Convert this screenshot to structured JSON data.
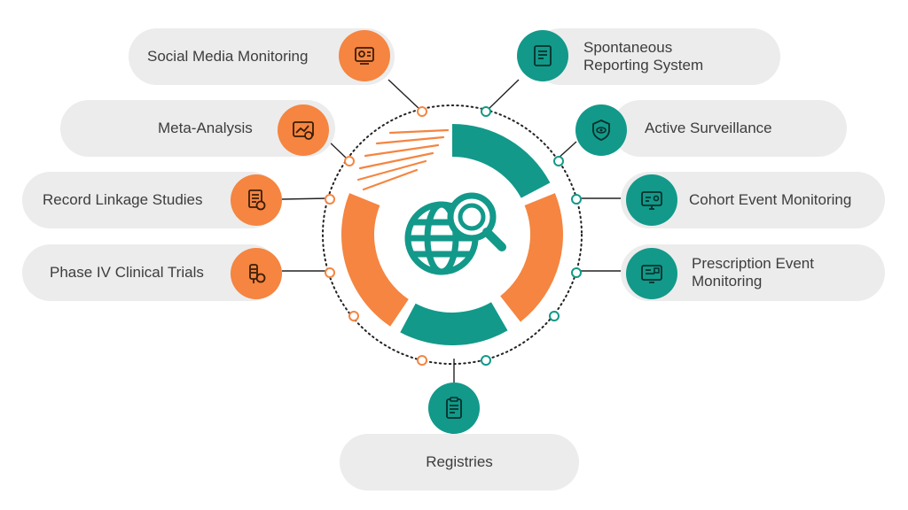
{
  "colors": {
    "orange": "#f58540",
    "teal": "#12998a",
    "pill": "#ececec",
    "text": "#3d3d3d"
  },
  "center": {
    "icon": "globe-search-icon"
  },
  "left_items": [
    {
      "id": "social-media-monitoring",
      "lines": [
        "Social Media Monitoring"
      ],
      "icon": "social-media-icon"
    },
    {
      "id": "meta-analysis",
      "lines": [
        "Meta-Analysis"
      ],
      "icon": "analysis-chart-icon"
    },
    {
      "id": "record-linkage-studies",
      "lines": [
        "Record Linkage Studies"
      ],
      "icon": "document-link-icon"
    },
    {
      "id": "phase-iv-clinical-trials",
      "lines": [
        "Phase IV Clinical Trials"
      ],
      "icon": "clinical-trial-icon"
    }
  ],
  "right_items": [
    {
      "id": "spontaneous-reporting-system",
      "lines": [
        "Spontaneous",
        "Reporting System"
      ],
      "icon": "report-icon"
    },
    {
      "id": "active-surveillance",
      "lines": [
        "Active Surveillance"
      ],
      "icon": "eye-shield-icon"
    },
    {
      "id": "cohort-event-monitoring",
      "lines": [
        "Cohort Event Monitoring"
      ],
      "icon": "monitor-icon"
    },
    {
      "id": "prescription-event-monitoring",
      "lines": [
        "Prescription Event",
        "Monitoring"
      ],
      "icon": "prescription-monitor-icon"
    }
  ],
  "bottom_item": {
    "id": "registries",
    "lines": [
      "Registries"
    ],
    "icon": "clipboard-icon"
  }
}
